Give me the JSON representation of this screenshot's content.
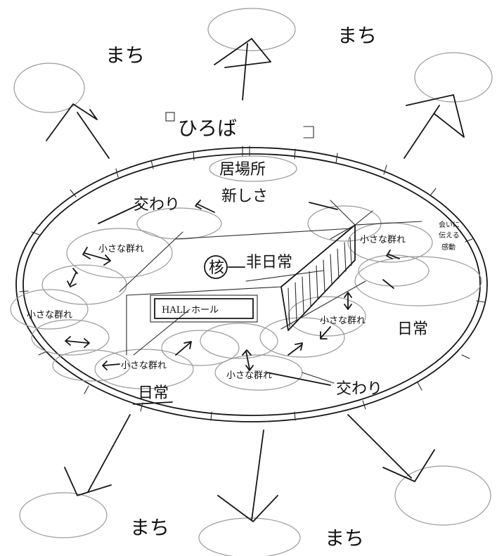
{
  "labels": {
    "town": "まち",
    "plaza": "ひろば",
    "place": "居場所",
    "new": "新しさ",
    "interaction": "交わり",
    "small_group": "小さな群れ",
    "core": "核",
    "non_everyday": "非日常",
    "everyday": "日常",
    "hall": "HALL ホール",
    "emotion_line1": "会いに",
    "emotion_line2": "伝える",
    "emotion_line3": "感動"
  },
  "colors": {
    "ink": "#161616",
    "pencil": "#9a9a9a",
    "paper": "#ffffff"
  }
}
